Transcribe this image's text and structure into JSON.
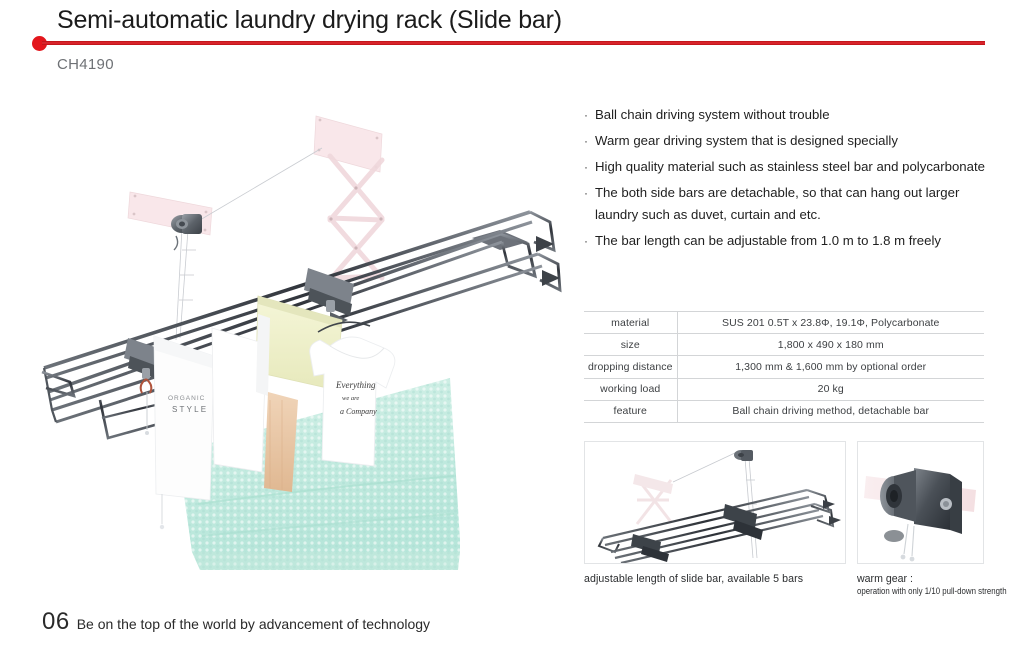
{
  "header": {
    "title": "Semi-automatic laundry drying rack (Slide bar)",
    "model": "CH4190",
    "accent_color": "#d8242b",
    "dot_color": "#e3161c"
  },
  "features": [
    {
      "marker": "·",
      "text": "Ball chain driving system without trouble"
    },
    {
      "marker": "·",
      "text": "Warm gear driving system that is designed specially"
    },
    {
      "marker": "·",
      "text": "High quality material such as stainless steel bar and polycarbonate"
    },
    {
      "marker": "·",
      "text": "The both side bars are detachable, so that can hang out larger",
      "cont": "laundry such as duvet, curtain and etc."
    },
    {
      "marker": "·",
      "text": "The bar length can be adjustable from 1.0 m to 1.8 m freely"
    }
  ],
  "spec_table": {
    "rows": [
      {
        "key": "material",
        "value": "SUS 201 0.5T x 23.8Φ, 19.1Φ, Polycarbonate"
      },
      {
        "key": "size",
        "value": "1,800 x 490 x 180 mm"
      },
      {
        "key": "dropping distance",
        "value": "1,300 mm & 1,600 mm by optional order"
      },
      {
        "key": "working load",
        "value": "20 kg"
      },
      {
        "key": "feature",
        "value": "Ball chain driving method, detachable bar"
      }
    ]
  },
  "detail_images": [
    {
      "name": "slide-bar-detail",
      "caption": "adjustable length of slide bar, available 5 bars"
    },
    {
      "name": "warm-gear-detail",
      "caption_line1": "warm gear :",
      "caption_line2": "operation with only 1/10 pull-down strength"
    }
  ],
  "hero": {
    "alt": "Semi-automatic ceiling laundry drying rack with hanging laundry",
    "garments": {
      "shirt_left_line1": "ORGANIC",
      "shirt_left_line2": "STYLE",
      "tshirt_script_line1": "Everything",
      "tshirt_script_line2": "we are",
      "tshirt_script_line3": "a Company"
    },
    "colors": {
      "frame": "#3a3e45",
      "bracket_pink": "#f7e3e6",
      "blanket": "#c9ece3",
      "towel_yellow": "#eff0c9",
      "cloth_beige": "#e8c4a3",
      "gear_gray": "#5a5f66"
    }
  },
  "footer": {
    "page_number": "06",
    "tagline": "Be on the top of the world by advancement of technology"
  }
}
